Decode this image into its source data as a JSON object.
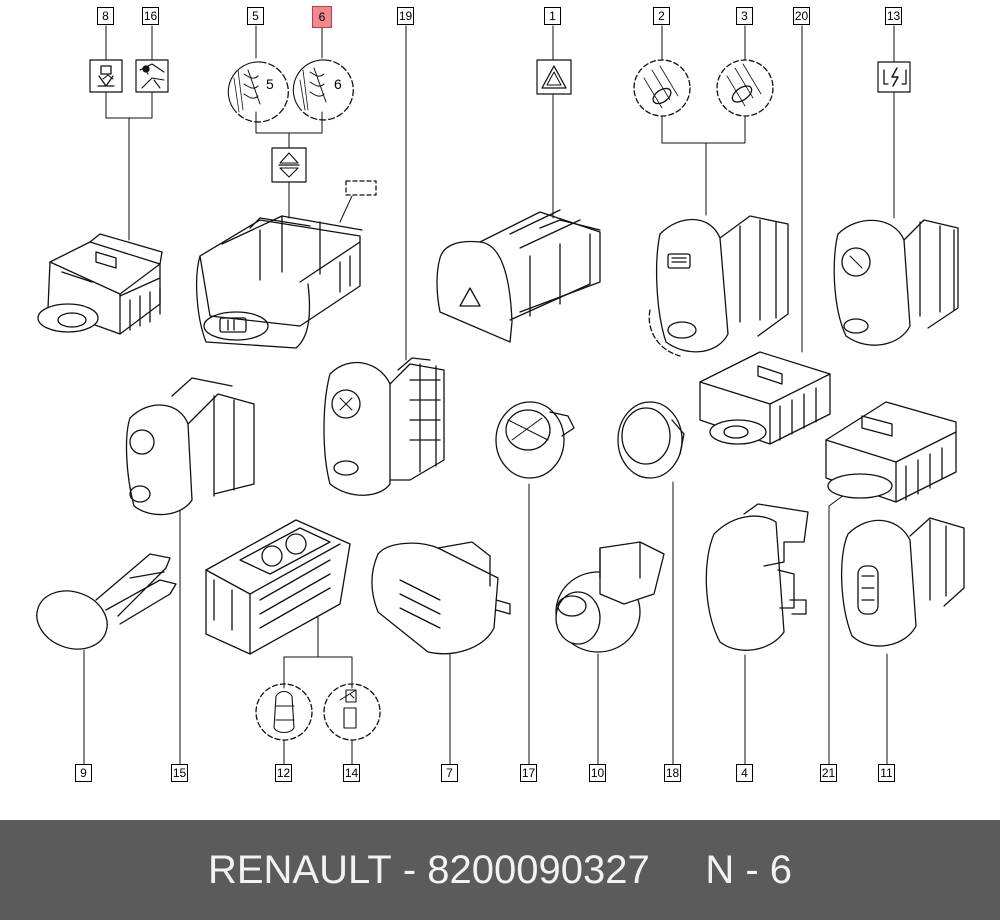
{
  "colors": {
    "line": "#111111",
    "highlight_fill": "#f08a92",
    "highlight_border": "#c23a45",
    "footer_bg": "#5b5b5b",
    "footer_text": "#f2f2f2"
  },
  "callouts": {
    "c8": "8",
    "c16": "16",
    "c5": "5",
    "c6": "6",
    "c19": "19",
    "c1": "1",
    "c2": "2",
    "c3": "3",
    "c20": "20",
    "c13": "13",
    "c9": "9",
    "c15": "15",
    "c12": "12",
    "c14": "14",
    "c7": "7",
    "c17": "17",
    "c10": "10",
    "c18": "18",
    "c4": "4",
    "c21": "21",
    "c11": "11"
  },
  "highlighted_callout": "6",
  "inset_labels": {
    "five": "5",
    "six": "6"
  },
  "footer": {
    "brand": "RENAULT",
    "separator": "-",
    "part_number": "8200090327",
    "position": "N - 6"
  },
  "icons": [
    "warning-triangle-icon",
    "window-up-down-icon",
    "seat-belt-icon",
    "car-door-icon",
    "child-lock-icon",
    "power-socket-icon"
  ]
}
